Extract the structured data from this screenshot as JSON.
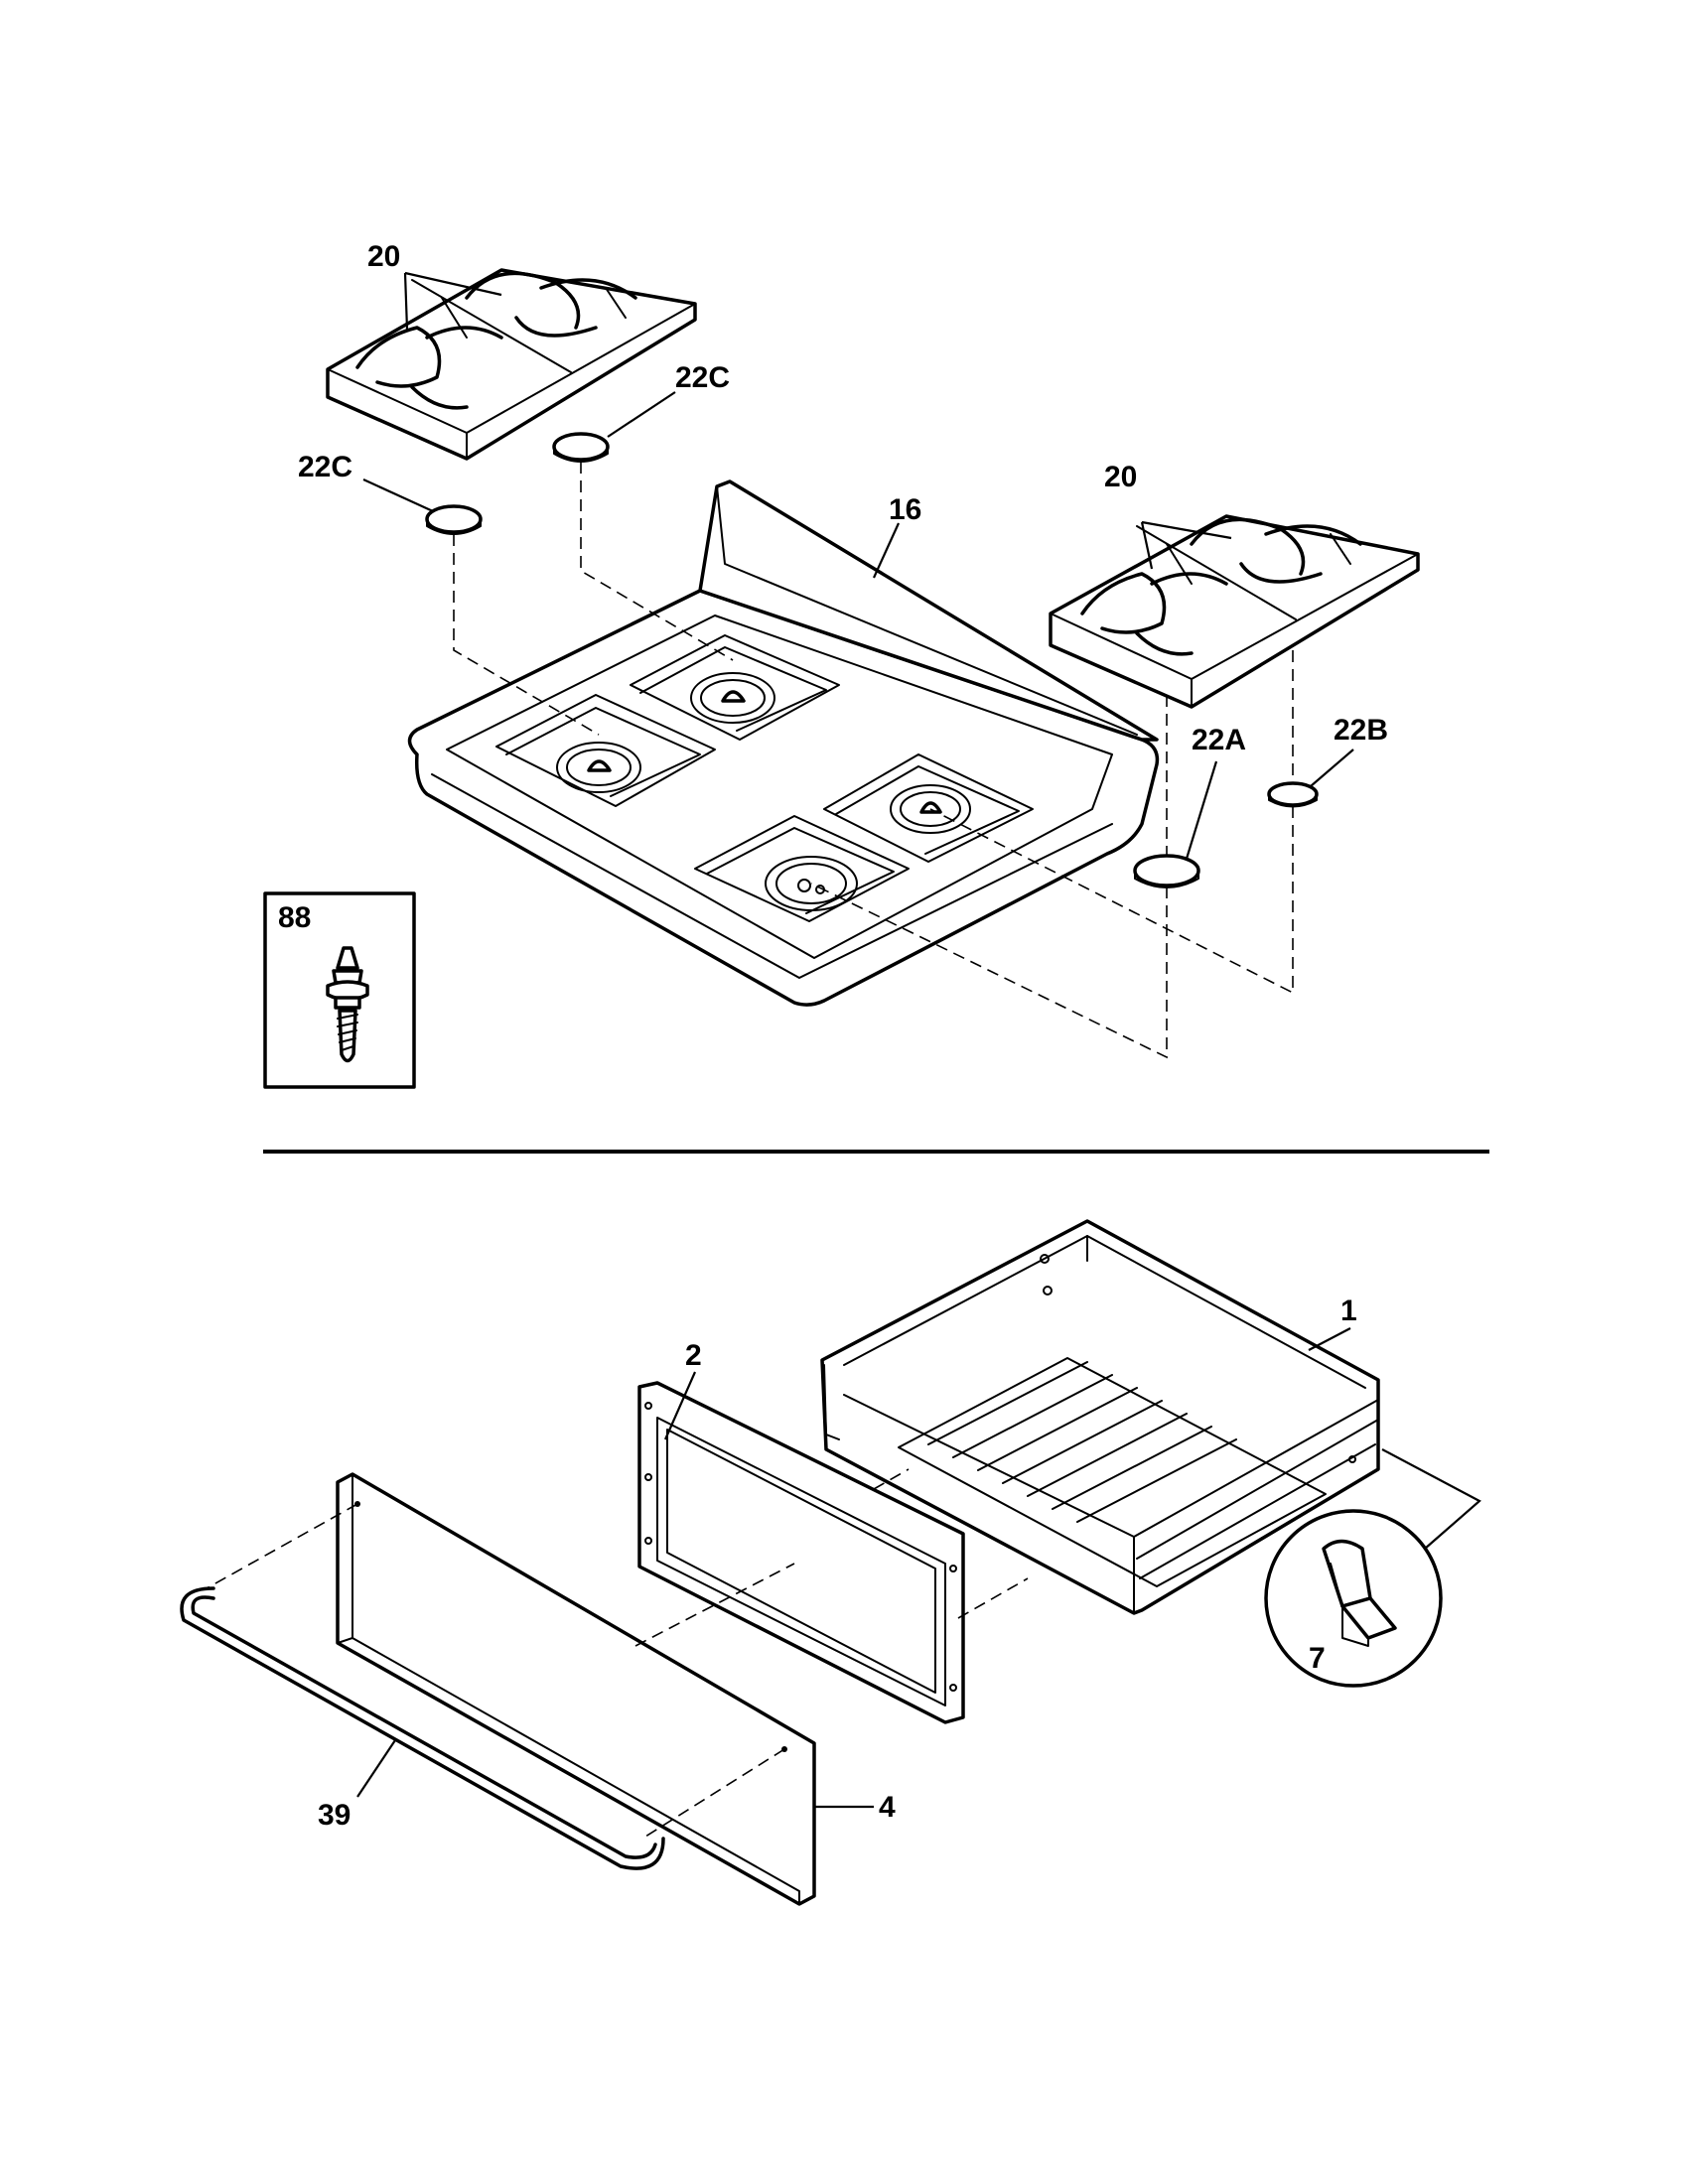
{
  "labels": {
    "grate_left": "20",
    "grate_right": "20",
    "foot_22c_upper": "22C",
    "foot_22c_lower": "22C",
    "cooktop": "16",
    "foot_22a": "22A",
    "foot_22b": "22B",
    "screw_inset": "88",
    "drawer_body": "1",
    "drawer_liner": "2",
    "drawer_front": "4",
    "handle": "39",
    "glide_clip": "7"
  }
}
